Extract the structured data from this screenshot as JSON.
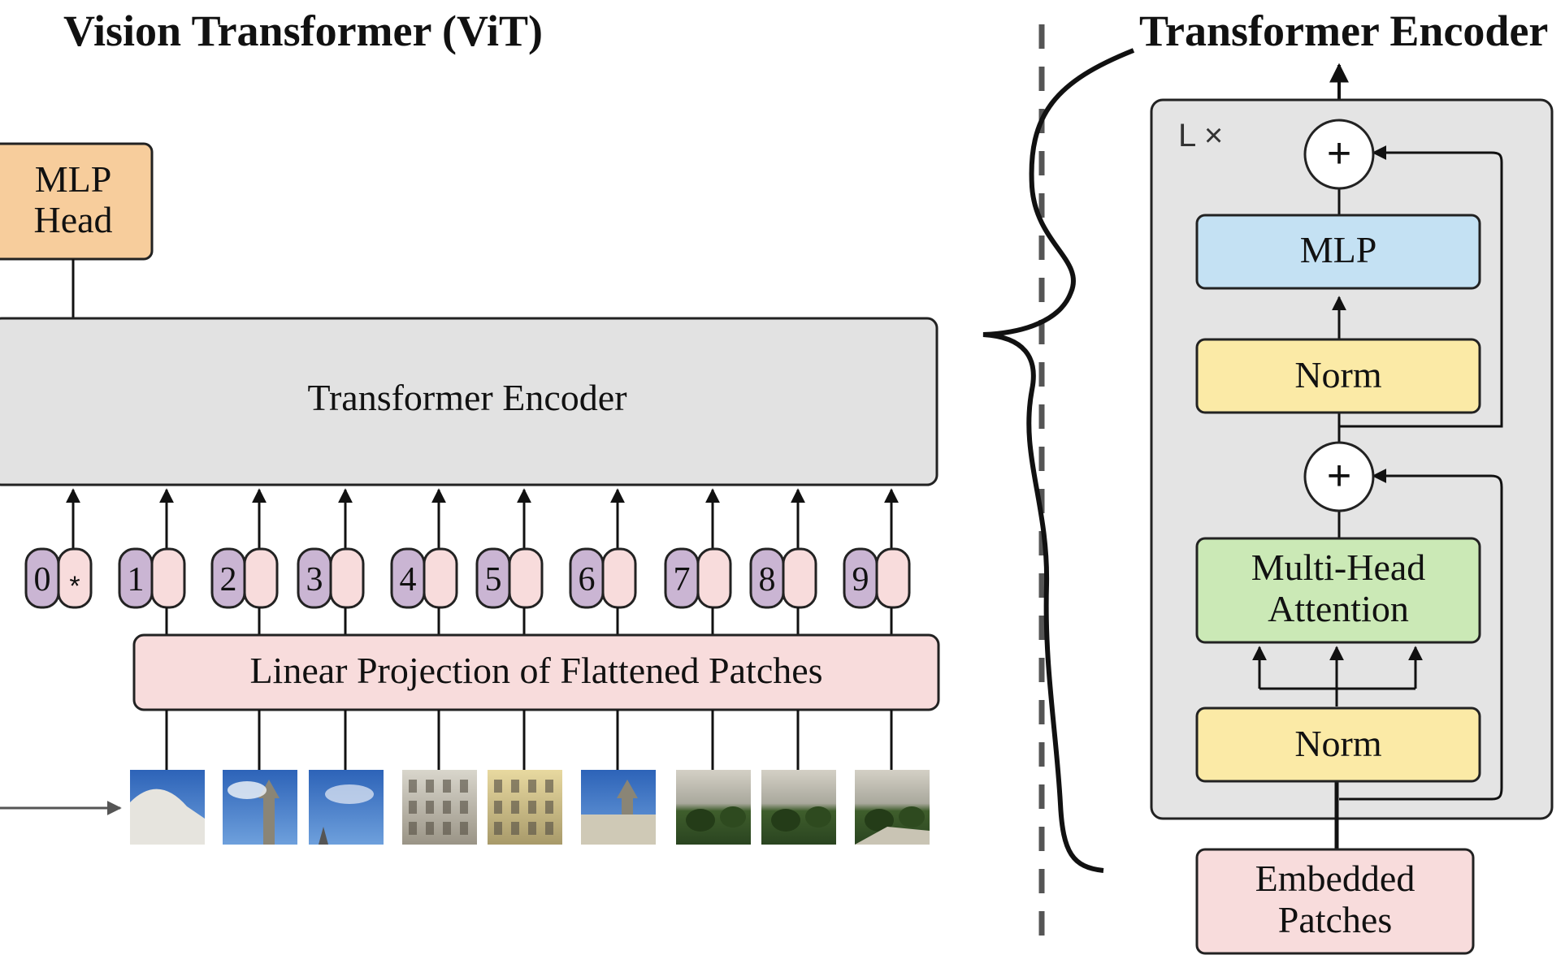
{
  "left_panel": {
    "title": "Vision Transformer (ViT)",
    "mlp_head": {
      "line1": "MLP",
      "line2": "Head"
    },
    "encoder_label": "Transformer Encoder",
    "projection_label": "Linear Projection of Flattened Patches",
    "tokens": [
      "0",
      "1",
      "2",
      "3",
      "4",
      "5",
      "6",
      "7",
      "8",
      "9"
    ],
    "class_token_mark": "*",
    "patch_images": [
      "dome-sky-patch",
      "sky-tower-patch",
      "sky-patch",
      "facade-patch",
      "yellow-facade-patch",
      "tower-facade-patch",
      "garden-patch",
      "garden-patch",
      "garden-path-patch"
    ]
  },
  "right_panel": {
    "title": "Transformer Encoder",
    "repeat_label": "L ×",
    "blocks": {
      "mlp": "MLP",
      "norm_top": "Norm",
      "mha_line1": "Multi-Head",
      "mha_line2": "Attention",
      "norm_bottom": "Norm",
      "embedded_line1": "Embedded",
      "embedded_line2": "Patches"
    },
    "add_symbol": "+"
  },
  "colors": {
    "mlp_head": "#f7cd9c",
    "encoder_box": "#e2e2e2",
    "projection": "#f8dcdc",
    "token_position": "#cab5d3",
    "token_embed": "#f8dcdc",
    "mlp_block": "#c4e1f3",
    "norm_block": "#fbeaa6",
    "mha_block": "#cbe9b6",
    "embedded_block": "#f8dcdc",
    "encoder_panel": "#e4e4e4"
  }
}
